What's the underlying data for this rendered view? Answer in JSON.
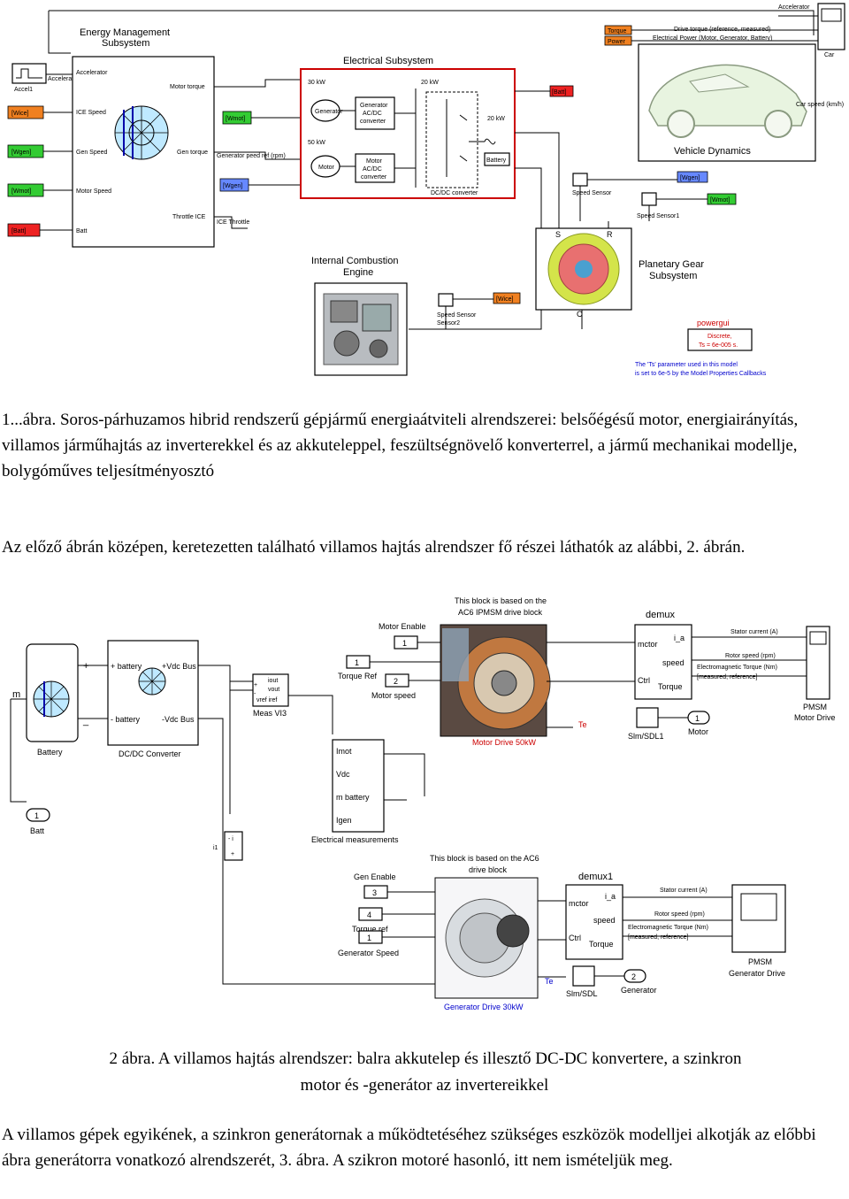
{
  "figure1": {
    "ems_title": "Energy Management\nSubsystem",
    "elec_title": "Electrical Subsystem",
    "ice_title": "Internal Combustion\nEngine",
    "vehicle_title": "Vehicle Dynamics",
    "planetary_title": "Planetary Gear\nSubsystem",
    "accel_block": "Accelerator",
    "accel_label": "Accel1",
    "ems_in": [
      "Accelerator",
      "ICE Speed",
      "Gen Speed",
      "Motor Speed",
      "Batt"
    ],
    "ems_out": [
      "Motor torque",
      "Gen torque",
      "Throttle ICE"
    ],
    "gen_ref": "Generator peed ref (rpm)",
    "ice_throttle": "ICE Throttle",
    "tags_left": [
      "[Wice]",
      "[Wgen]",
      "[Wmot]",
      "[Batt]"
    ],
    "tags_mid": [
      "[Wmot]",
      "[Wgen]",
      "[Batt]"
    ],
    "tags_right": [
      "[Wgen]",
      "[Wmot]",
      "[Wice]"
    ],
    "elec_labels": {
      "p30": "30 kW",
      "p20": "20 kW",
      "p20b": "20 kW",
      "p50": "50 kW",
      "gen": "Generator",
      "motor": "Motor",
      "gen_conv": "Generator AC/DC converter",
      "mot_conv": "Motor AC/DC converter",
      "dcdc": "DC/DC converter",
      "batt": "Battery"
    },
    "torque_tag": "Torque",
    "power_tag": "Power",
    "drive_torque": "Drive torque (reference, measured)",
    "elec_power": "Electrical Power (Motor, Generator, Battery)",
    "accelerator_top": "Accelerator",
    "car": "Car",
    "car_speed": "Car speed (km/h)",
    "speed_sensor": "Speed Sensor",
    "speed_sensor1": "Speed Sensor1",
    "speed_sensor2": "Speed Sensor2",
    "ports": [
      "S",
      "R",
      "C"
    ],
    "powergui": "powergui",
    "discrete": "Discrete,\nTs = 6e-005 s.",
    "ts_note": "The 'Ts' parameter used in this model\nis set to 6e-5  by the Model Properties Callbacks"
  },
  "caption1": "1...ábra. Soros-párhuzamos hibrid rendszerű gépjármű energiaátviteli alrendszerei: belsőégésű motor, energiairányítás, villamos járműhajtás az inverterekkel és az akkuteleppel, feszültségnövelő konverterrel, a jármű mechanikai modellje, bolygóműves teljesítményosztó",
  "para1": "Az előző ábrán középen, keretezetten található villamos hajtás alrendszer fő részei láthatók az alábbi, 2. ábrán.",
  "figure2": {
    "note_top": "This block is based on the\nAC6 IPMSM drive block",
    "note_bottom": "This block is based on the AC6\ndrive block",
    "battery": "Battery",
    "dcdc": "DC/DC Converter",
    "dcdc_ports": [
      "+ battery",
      "- battery",
      "+Vdc Bus",
      "-Vdc Bus"
    ],
    "m": "m",
    "meas": "Meas VI3",
    "meas_ports": [
      "iout",
      "vout",
      "vref iref"
    ],
    "motor_enable": "Motor Enable",
    "torque_ref": "Torque Ref",
    "motor_speed": "Motor speed",
    "motor_drive": "Motor Drive 50kW",
    "demux": "demux",
    "demux_ports": [
      "mctor",
      "speed",
      "Ctrl",
      "Torque",
      "i_a"
    ],
    "stator_current": "Stator current (A)",
    "rotor_speed": "Rotor speed (rpm)",
    "em_torque": "Electromagnetic Torque (Nm)\n[measured, reference]",
    "pmsm_motor": "PMSM\nMotor Drive",
    "slm_sdl1": "Slm/SDL1",
    "motor": "Motor",
    "te": "Te",
    "elec_meas": "Electrical measurements",
    "elec_meas_ports": [
      "Imot",
      "Vdc",
      "m battery",
      "Igen"
    ],
    "batt": "Batt",
    "i1": "i1",
    "gen_enable": "Gen Enable",
    "torque_ref2": "Torque ref",
    "gen_speed": "Generator Speed",
    "gen_drive": "Generator Drive 30kW",
    "demux1": "demux1",
    "pmsm_gen": "PMSM\nGenerator Drive",
    "slm_sdl": "Slm/SDL",
    "generator": "Generator",
    "consts": [
      "1",
      "1",
      "2",
      "1",
      "1",
      "3",
      "4",
      "1",
      "2"
    ]
  },
  "caption2_a": "2 ábra. A villamos hajtás alrendszer: balra akkutelep és illesztő DC-DC konvertere, a szinkron",
  "caption2_b": "motor és -generátor az invertereikkel",
  "para2": "A villamos gépek egyikének, a szinkron generátornak a működtetéséhez szükséges eszközök modelljei alkotják az előbbi ábra generátorra vonatkozó alrendszerét, 3. ábra. A szikron motoré hasonló, itt nem ismételjük meg.",
  "colors": {
    "tag_orange": "#f08020",
    "tag_green": "#33cc33",
    "tag_blue": "#6688ff",
    "tag_red": "#ee2222",
    "highlight": "#cc0000"
  }
}
